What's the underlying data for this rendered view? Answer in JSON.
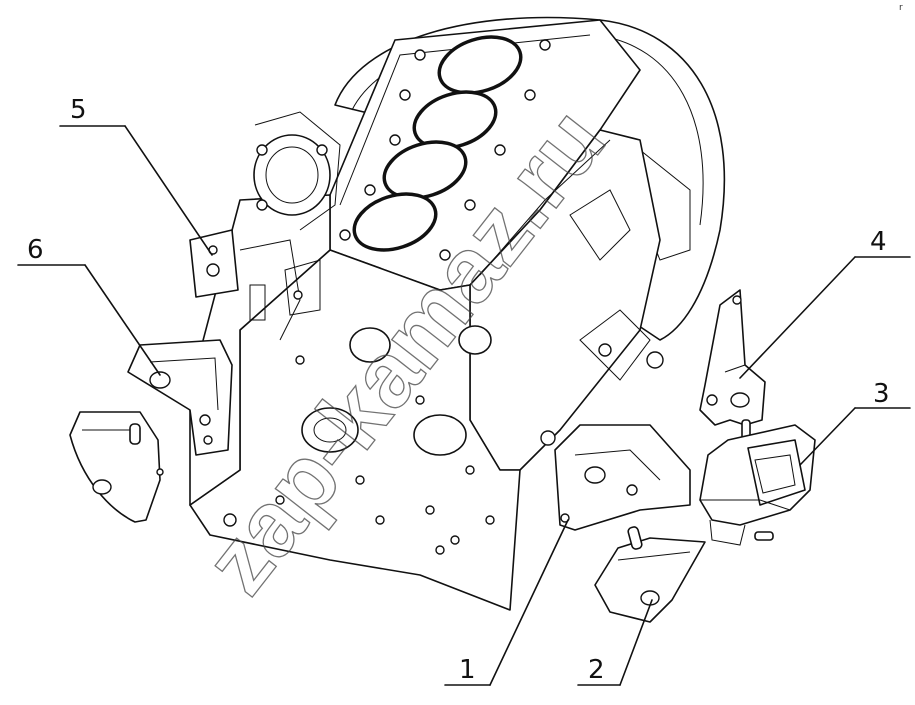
{
  "diagram": {
    "callouts": [
      {
        "id": "1",
        "label": "1"
      },
      {
        "id": "2",
        "label": "2"
      },
      {
        "id": "3",
        "label": "3"
      },
      {
        "id": "4",
        "label": "4"
      },
      {
        "id": "5",
        "label": "5"
      },
      {
        "id": "6",
        "label": "6"
      }
    ],
    "watermark": "zap-kamaz.ru",
    "corner_mark": "r"
  }
}
